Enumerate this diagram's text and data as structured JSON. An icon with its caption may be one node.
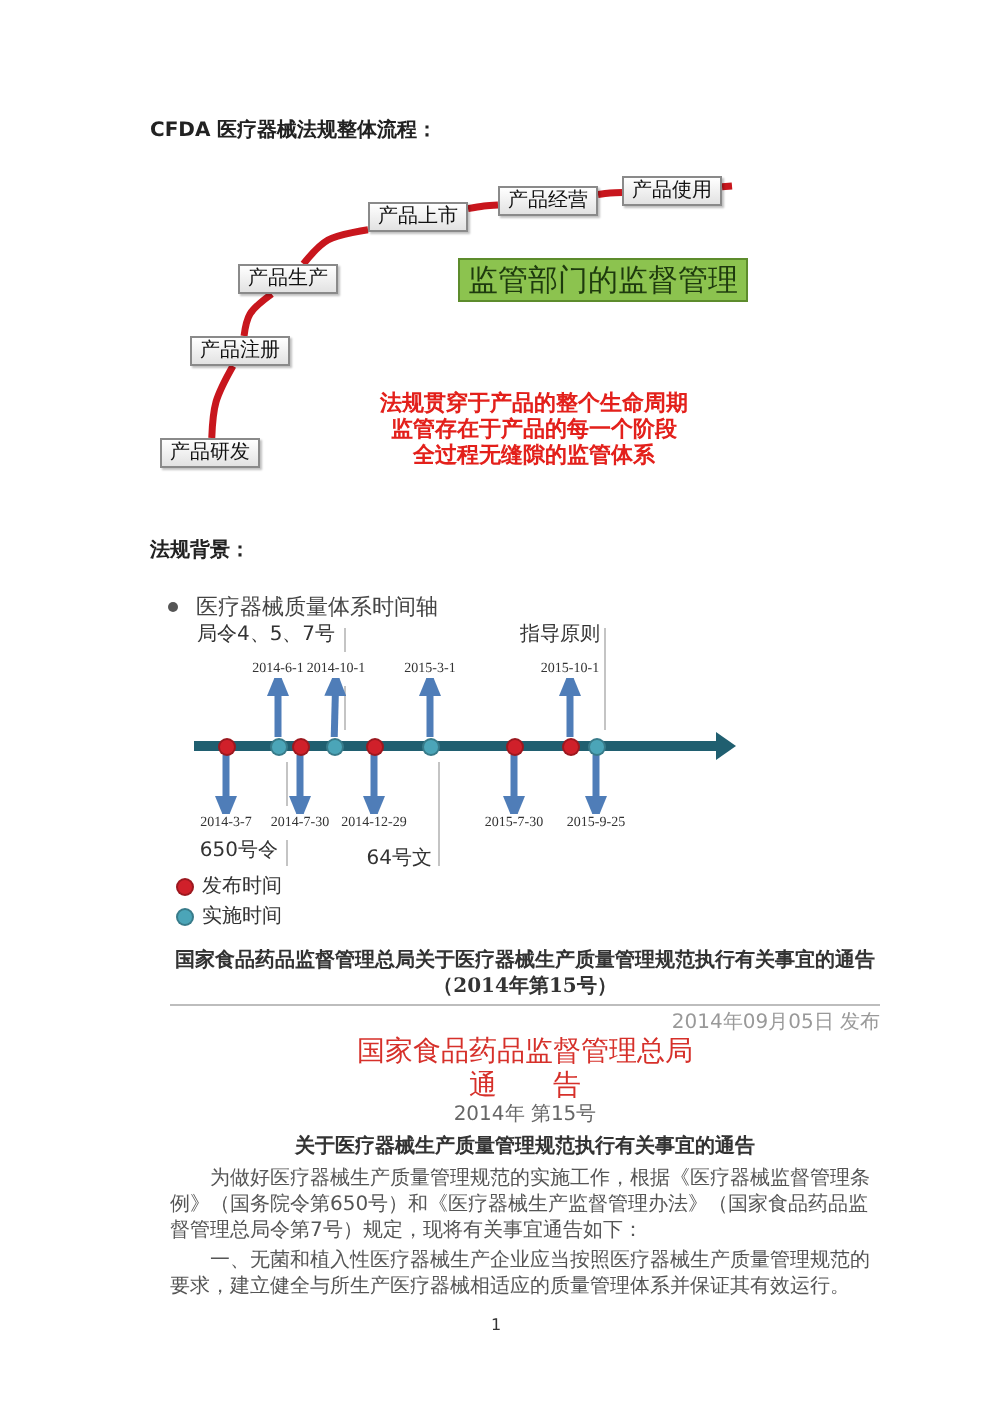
{
  "diagram": {
    "title": "CFDA 医疗器械法规整体流程：",
    "nodes": [
      {
        "text": [
          "产品研发"
        ]
      },
      {
        "text": [
          "产品注册"
        ]
      },
      {
        "text": [
          "产品生产"
        ]
      },
      {
        "text": [
          "产品上市"
        ]
      },
      {
        "text": [
          "产品经营"
        ]
      },
      {
        "text": [
          "产品使用"
        ]
      },
      {
        "text": [
          "监管部门的监督管理"
        ]
      },
      {
        "text": [
          "2014-6-1"
        ]
      },
      {
        "text": [
          "2014-10-1"
        ]
      },
      {
        "text": [
          "2015-3-1"
        ]
      },
      {
        "text": [
          "2015-10-1"
        ]
      },
      {
        "text": [],
        "shape": "circle"
      },
      {
        "text": [],
        "shape": "circle"
      },
      {
        "text": [],
        "shape": "circle"
      },
      {
        "text": [],
        "shape": "circle"
      },
      {
        "text": [],
        "shape": "circle"
      },
      {
        "text": [],
        "shape": "circle"
      },
      {
        "text": [],
        "shape": "circle"
      },
      {
        "text": [],
        "shape": "circle"
      },
      {
        "text": [],
        "shape": "circle"
      },
      {
        "text": [
          "2014-3-7"
        ]
      },
      {
        "text": [
          "2014-7-30"
        ]
      },
      {
        "text": [
          "2014-12-29"
        ]
      },
      {
        "text": [
          "2015-7-30"
        ]
      },
      {
        "text": [
          "2015-9-25"
        ]
      }
    ],
    "edges": [
      {
        "from": 0,
        "to": 1,
        "arrow": "none",
        "color": "#c8161d"
      },
      {
        "from": 1,
        "to": 2,
        "arrow": "none",
        "color": "#c8161d"
      },
      {
        "from": 2,
        "to": 3,
        "arrow": "none",
        "color": "#c8161d"
      },
      {
        "from": 3,
        "to": 4,
        "arrow": "none",
        "color": "#c8161d"
      },
      {
        "from": 4,
        "to": 5,
        "arrow": "none",
        "color": "#c8161d"
      },
      {
        "from": 5,
        "to": null,
        "arrow": "none",
        "color": "#c8161d"
      },
      {
        "from": 12,
        "to": 7,
        "arrow": "to"
      },
      {
        "from": 14,
        "to": 8,
        "arrow": "to"
      },
      {
        "from": 16,
        "to": 9,
        "arrow": "to"
      },
      {
        "from": 18,
        "to": 10,
        "arrow": "to"
      },
      {
        "from": 11,
        "to": 20,
        "arrow": "to"
      },
      {
        "from": 13,
        "to": 21,
        "arrow": "to"
      },
      {
        "from": 15,
        "to": 22,
        "arrow": "to"
      },
      {
        "from": 17,
        "to": 23,
        "arrow": "to"
      },
      {
        "from": 19,
        "to": 24,
        "arrow": "to"
      }
    ],
    "labels": [
      "法规贯穿于产品的整个生命周期",
      "监管存在于产品的每一个阶段",
      "全过程无缝隙的监管体系",
      "法规背景：",
      "医疗器械质量体系时间轴",
      "局令4、5、7号",
      "指导原则",
      "650号令",
      "64号文",
      "国家食品药品监督管理总局关于医疗器械生产质量管理规范执行有关事宜的通告（2014年第15号）",
      "2014年09月05日 发布",
      "国家食品药品监督管理总局",
      "通　　告",
      "2014年 第15号",
      "关于医疗器械生产质量管理规范执行有关事宜的通告",
      "为做好医疗器械生产质量管理规范的实施工作，根据《医疗器械监督管理条例》（国务院令第650号）和《医疗器械生产监督管理办法》（国家食品药品监督管理总局令第7号）规定，现将有关事宜通告如下：",
      "一、无菌和植入性医疗器械生产企业应当按照医疗器械生产质量管理规范的要求，建立健全与所生产医疗器械相适应的质量管理体系并保证其有效运行。",
      "1"
    ],
    "legend": [
      {
        "text": "发布时间",
        "color": "#d0202a"
      },
      {
        "text": "实施时间",
        "color": "#4ba5b8"
      }
    ]
  }
}
